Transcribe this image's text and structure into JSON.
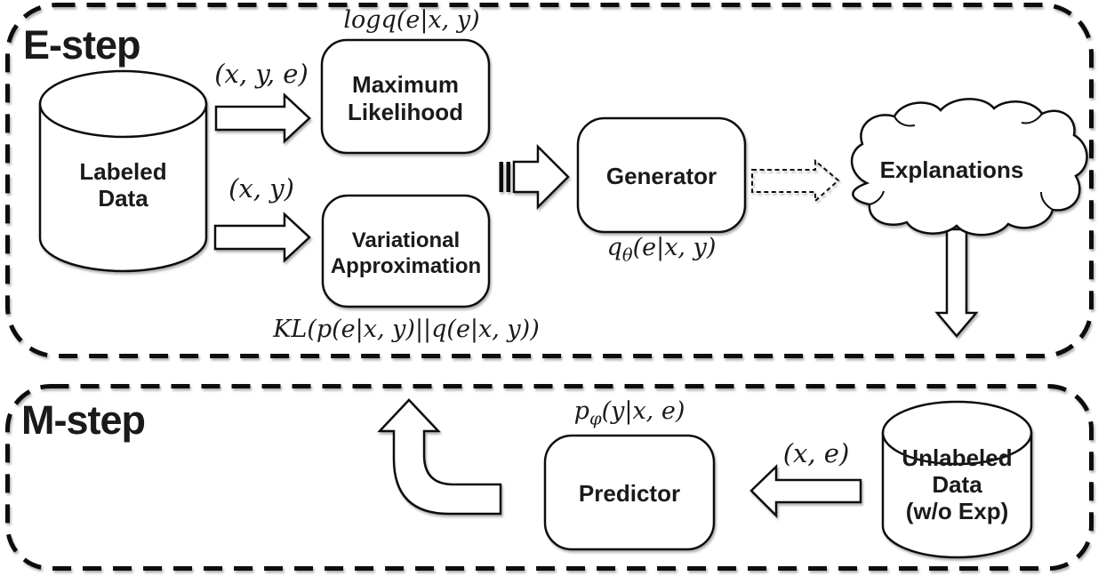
{
  "diagram": {
    "colors": {
      "ink": "#111111",
      "background": "#ffffff"
    },
    "e_step": {
      "label": "E-step",
      "labeled_data": {
        "line1": "Labeled",
        "line2": "Data"
      },
      "flow_top_label": "(x, y, e)",
      "flow_bottom_label": "(x, y)",
      "max_likelihood": {
        "line1": "Maximum",
        "line2": "Likelihood",
        "formula": "logq(e|x, y)"
      },
      "variational": {
        "line1": "Variational",
        "line2": "Approximation",
        "formula": "KL(p(e|x, y)||q(e|x, y))"
      },
      "generator": {
        "label": "Generator",
        "formula_base": "q",
        "formula_sub": "θ",
        "formula_rest": "(e|x, y)"
      },
      "explanations": {
        "label": "Explanations"
      }
    },
    "m_step": {
      "label": "M-step",
      "predictor": {
        "label": "Predictor",
        "formula_base": "p",
        "formula_sub": "φ",
        "formula_rest": "(y|x, e)"
      },
      "flow_label": "(x, e)",
      "unlabeled_data": {
        "line1": "Unlabeled",
        "line2": "Data",
        "line3": "(w/o Exp)"
      }
    }
  }
}
